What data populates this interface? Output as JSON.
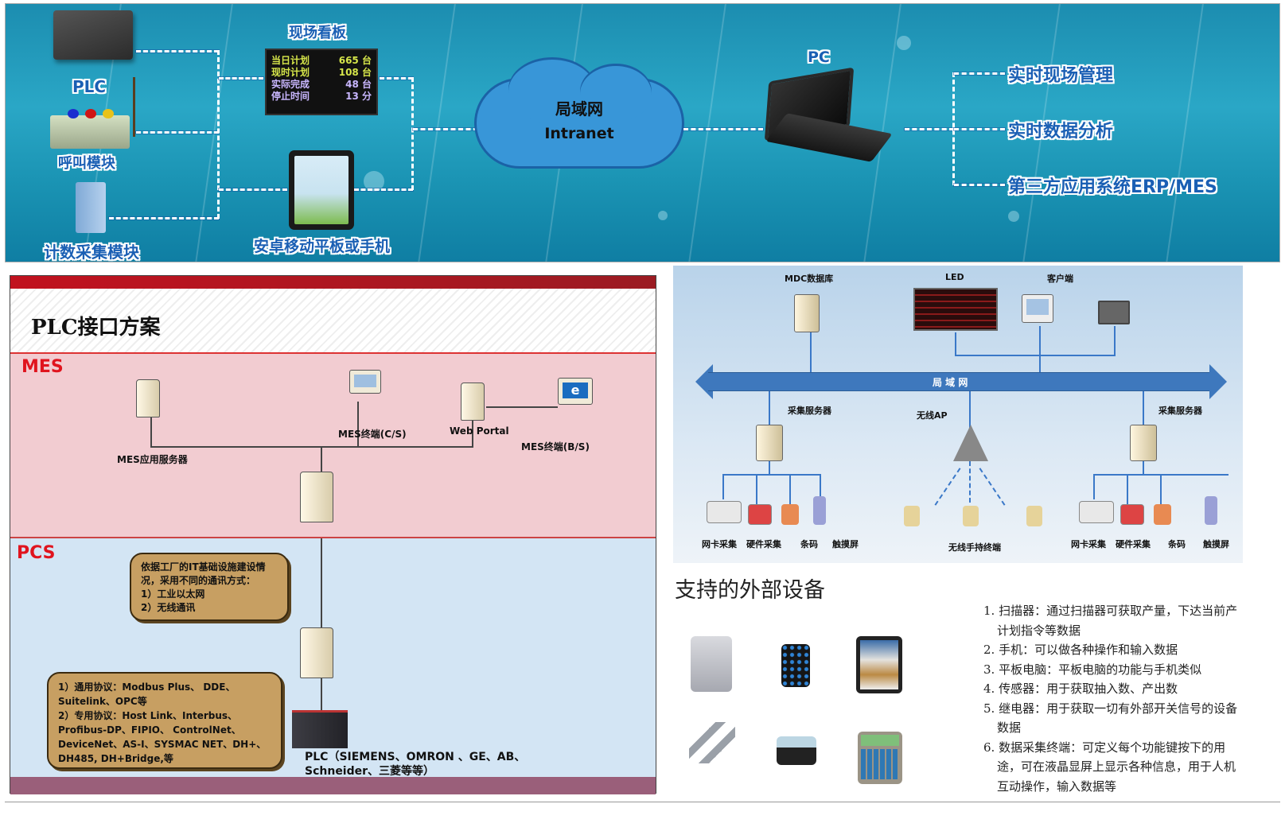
{
  "top_banner": {
    "devices": {
      "plc": "PLC",
      "call_module": "呼叫模块",
      "count_module": "计数采集模块",
      "board_title": "现场看板",
      "tablet": "安卓移动平板或手机",
      "pc": "PC"
    },
    "board_rows": [
      {
        "label": "当日计划",
        "value": "665",
        "unit": "台",
        "color": "#d6e64a"
      },
      {
        "label": "现时计划",
        "value": "108",
        "unit": "台",
        "color": "#d6e64a"
      },
      {
        "label": "实际完成",
        "value": "48",
        "unit": "台",
        "color": "#c9b7ff"
      },
      {
        "label": "停止时间",
        "value": "13",
        "unit": "分",
        "color": "#c9b7ff"
      }
    ],
    "cloud": {
      "line1": "局域网",
      "line2": "Intranet"
    },
    "outputs": [
      "实时现场管理",
      "实时数据分析",
      "第三方应用系统ERP/MES"
    ]
  },
  "plc_panel": {
    "title": "PLC接口方案",
    "zone_mes": "MES",
    "zone_pcs": "PCS",
    "nodes": {
      "mes_app_server": "MES应用服务器",
      "mes_cs": "MES终端(C/S)",
      "web_portal": "Web Portal",
      "mes_bs": "MES终端(B/S)"
    },
    "bubble1": [
      "依据工厂的IT基础设施建设情",
      "况，采用不同的通讯方式：",
      "1）工业以太网",
      "2）无线通讯"
    ],
    "bubble2": [
      "1）通用协议：Modbus Plus、 DDE、",
      "Suitelink、OPC等",
      "2）专用协议：Host Link、Interbus、",
      "Profibus-DP、FIPIO、 ControlNet、",
      "DeviceNet、AS-I、SYSMAC NET、DH+、",
      "DH485, DH+Bridge,等"
    ],
    "plc_caption": [
      "PLC（SIEMENS、OMRON 、GE、AB、",
      "Schneider、三菱等等）"
    ]
  },
  "network_panel": {
    "top_labels": {
      "db": "MDC数据库",
      "led": "LED",
      "client": "客户端"
    },
    "lan": "局 域 网",
    "collect_server_left": "采集服务器",
    "collect_server_right": "采集服务器",
    "wireless_ap": "无线AP",
    "left_devices": [
      "网卡采集",
      "硬件采集",
      "条码",
      "触摸屏"
    ],
    "wireless_caption": "无线手持终端",
    "right_devices": [
      "网卡采集",
      "硬件采集",
      "条码",
      "触摸屏"
    ]
  },
  "devices_section": {
    "title": "支持的外部设备",
    "images": [
      "scanner-image",
      "phone-image",
      "tablet-image",
      "sensor-image",
      "relay-image",
      "terminal-image"
    ],
    "list": [
      "1. 扫描器：通过扫描器可获取产量，下达当前产计划指令等数据",
      "2. 手机：可以做各种操作和输入数据",
      "3. 平板电脑：平板电脑的功能与手机类似",
      "4. 传感器：用于获取抽入数、产出数",
      "5. 继电器：用于获取一切有外部开关信号的设备数据",
      "6. 数据采集终端：可定义每个功能键按下的用途，可在液晶显屏上显示各种信息，用于人机互动操作，输入数据等"
    ]
  }
}
